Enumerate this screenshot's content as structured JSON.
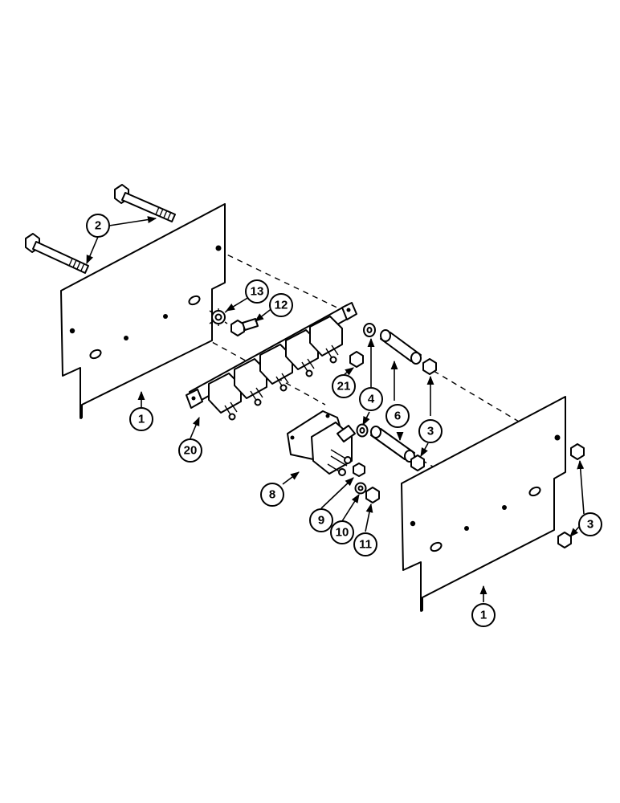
{
  "callouts": {
    "c1_left": "1",
    "c1_right": "1",
    "c2": "2",
    "c3_upper": "3",
    "c3_right": "3",
    "c4": "4",
    "c6": "6",
    "c8": "8",
    "c9": "9",
    "c10": "10",
    "c11": "11",
    "c12": "12",
    "c13": "13",
    "c20": "20",
    "c21": "21"
  }
}
